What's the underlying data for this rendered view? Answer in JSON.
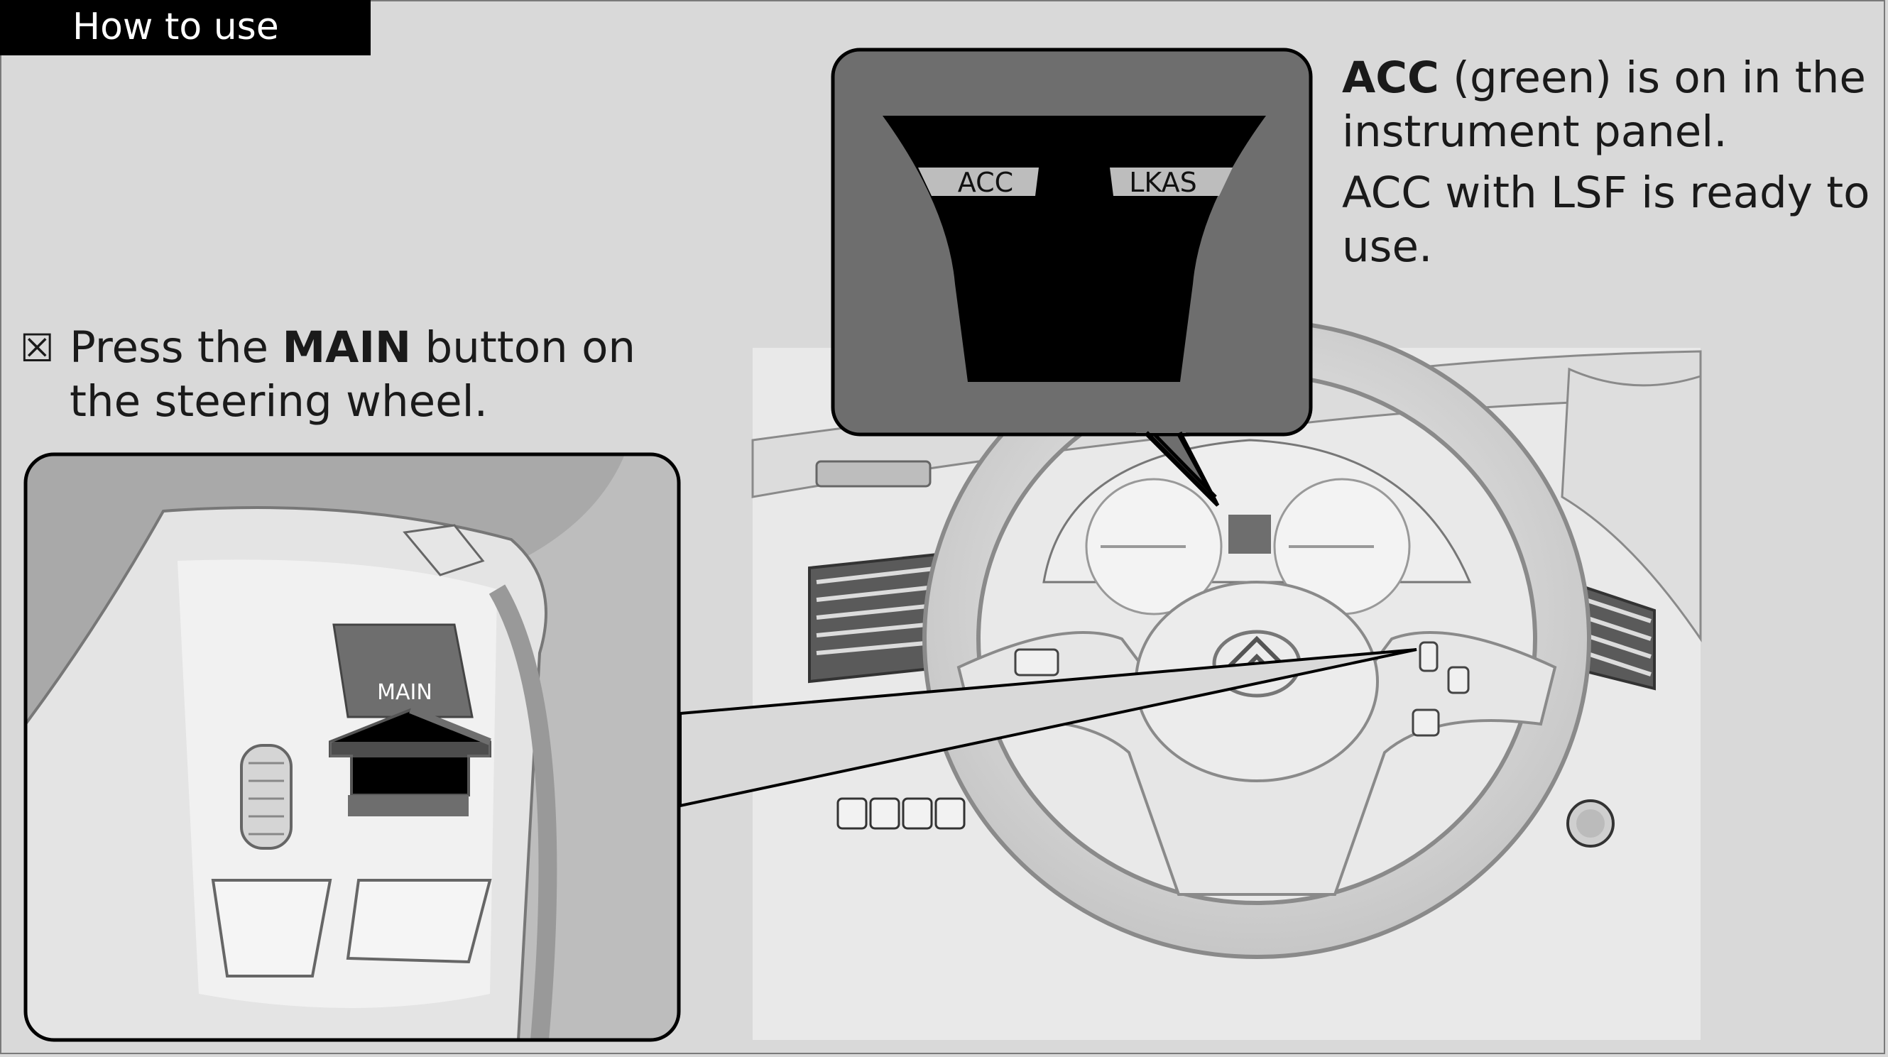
{
  "section_tab": {
    "label": "How to use"
  },
  "step": {
    "bullet": "☒",
    "line1_pre": "Press the ",
    "line1_bold": "MAIN",
    "line1_post": " button on",
    "line2": "the steering wheel."
  },
  "status": {
    "p1_bold": "ACC",
    "p1_rest": " (green) is on in the instrument panel.",
    "p2": "ACC with LSF is ready to use."
  },
  "display": {
    "indicator_acc": "ACC",
    "indicator_lkas": "LKAS",
    "indicator_acc_color": "green"
  },
  "closeup": {
    "main_button_label": "MAIN"
  },
  "colors": {
    "background": "#d9d9d9",
    "tab": "#000000",
    "callout": "#6e6e6e",
    "display": "#000000",
    "indicator": "#bdbdbd"
  }
}
